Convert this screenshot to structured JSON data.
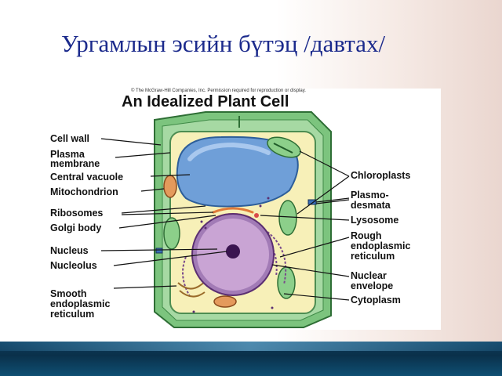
{
  "slide": {
    "title": "Ургамлын эсийн бүтэц  /давтах/"
  },
  "figure": {
    "credit": "© The McGraw-Hill Companies, Inc. Permission required for reproduction or display.",
    "title": "An Idealized Plant Cell",
    "labels_left": {
      "cell_wall": "Cell wall",
      "plasma_membrane_1": "Plasma",
      "plasma_membrane_2": "membrane",
      "central_vacuole": "Central vacuole",
      "mitochondrion": "Mitochondrion",
      "ribosomes": "Ribosomes",
      "golgi_body": "Golgi body",
      "nucleus": "Nucleus",
      "nucleolus": "Nucleolus",
      "smooth_er_1": "Smooth",
      "smooth_er_2": "endoplasmic",
      "smooth_er_3": "reticulum"
    },
    "labels_right": {
      "chloroplasts": "Chloroplasts",
      "plasmodesmata_1": "Plasmo-",
      "plasmodesmata_2": "desmata",
      "lysosome": "Lysosome",
      "rough_er_1": "Rough",
      "rough_er_2": "endoplasmic",
      "rough_er_3": "reticulum",
      "nuclear_envelope_1": "Nuclear",
      "nuclear_envelope_2": "envelope",
      "cytoplasm": "Cytoplasm"
    },
    "colors": {
      "cell_wall": "#7cc47e",
      "cytoplasm": "#f7f0b8",
      "vacuole": "#6f9fd8",
      "nucleus": "#c9a4d4",
      "nucleolus": "#3a1450",
      "chloroplast": "#8ccf8a",
      "golgi": "#e07a3a",
      "title_blue": "#1b2a8c"
    }
  }
}
